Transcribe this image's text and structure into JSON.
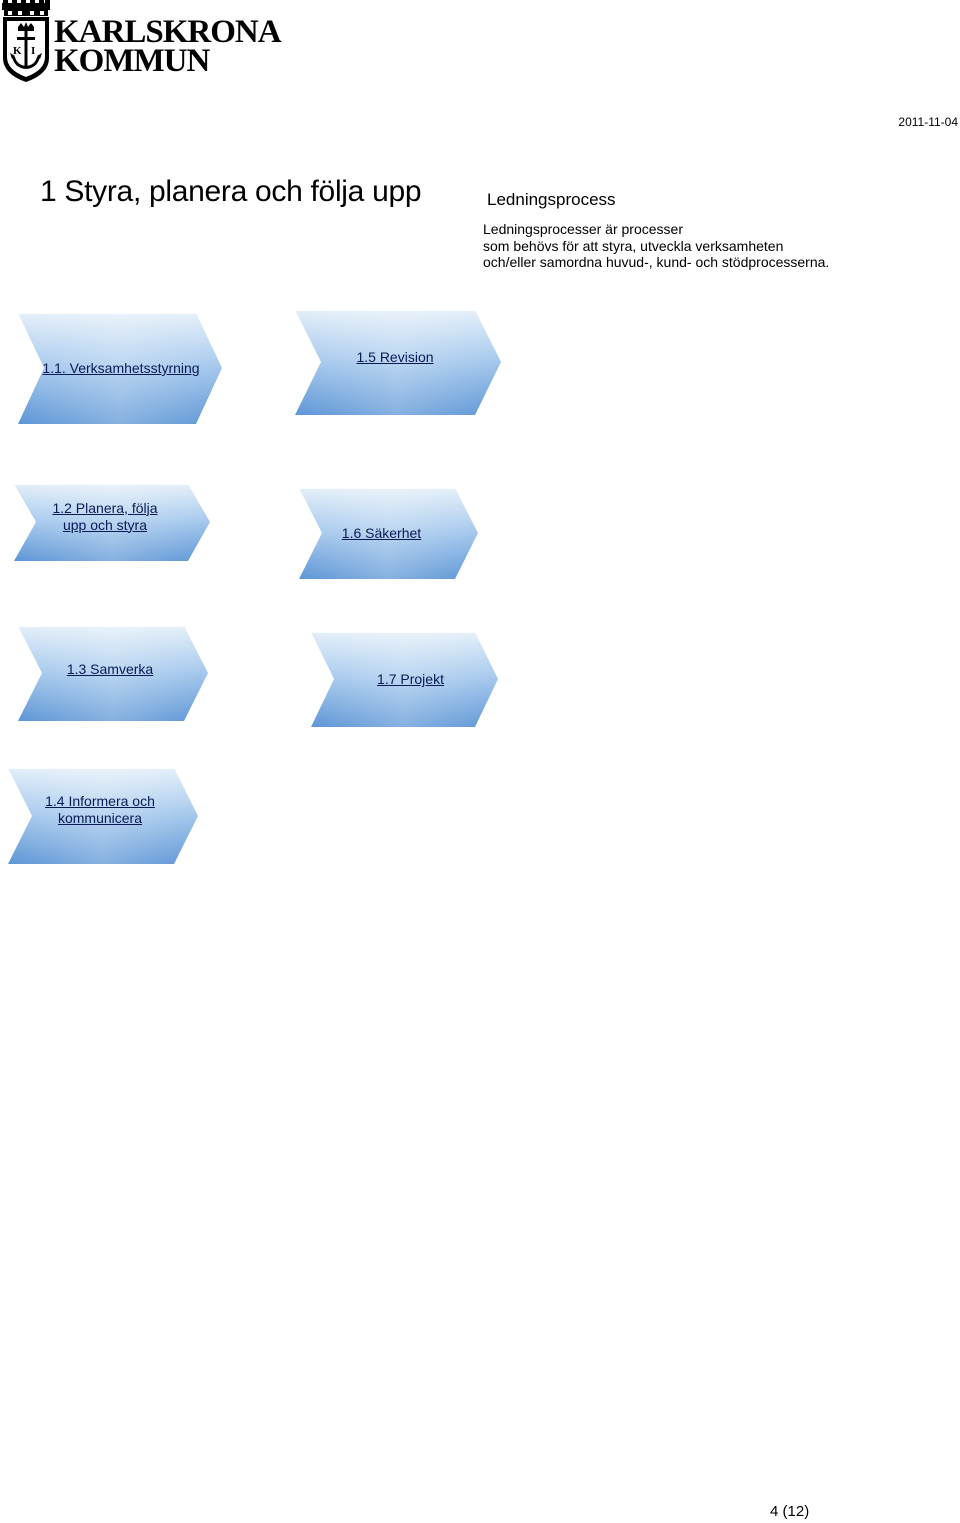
{
  "header": {
    "logo_line1": "KARLSKRONA",
    "logo_line2": "KOMMUN",
    "date": "2011-11-04"
  },
  "main": {
    "title": "1 Styra, planera och följa upp",
    "section_heading": "Ledningsprocess",
    "section_description": "Ledningsprocesser är processer\nsom behövs för att styra, utveckla verksamheten\noch/eller samordna huvud-, kund- och stödprocesserna."
  },
  "processes": [
    {
      "label": "1.1. Verksamhetsstyrning"
    },
    {
      "label": "1.2  Planera, följa\nupp och styra"
    },
    {
      "label": "1.3 Samverka"
    },
    {
      "label": "1.4 Informera och\nkommunicera"
    },
    {
      "label": "1.5 Revision"
    },
    {
      "label": "1.6 Säkerhet"
    },
    {
      "label": "1.7 Projekt"
    }
  ],
  "footer": {
    "page_number": "4 (12)"
  },
  "colors": {
    "chevron_top": "#dbe9f8",
    "chevron_mid": "#9fc4ec",
    "chevron_bottom": "#5f98d8",
    "label_text": "#0a1a55"
  },
  "icons": {
    "logo_emblem": "crown-anchor-emblem-icon"
  }
}
